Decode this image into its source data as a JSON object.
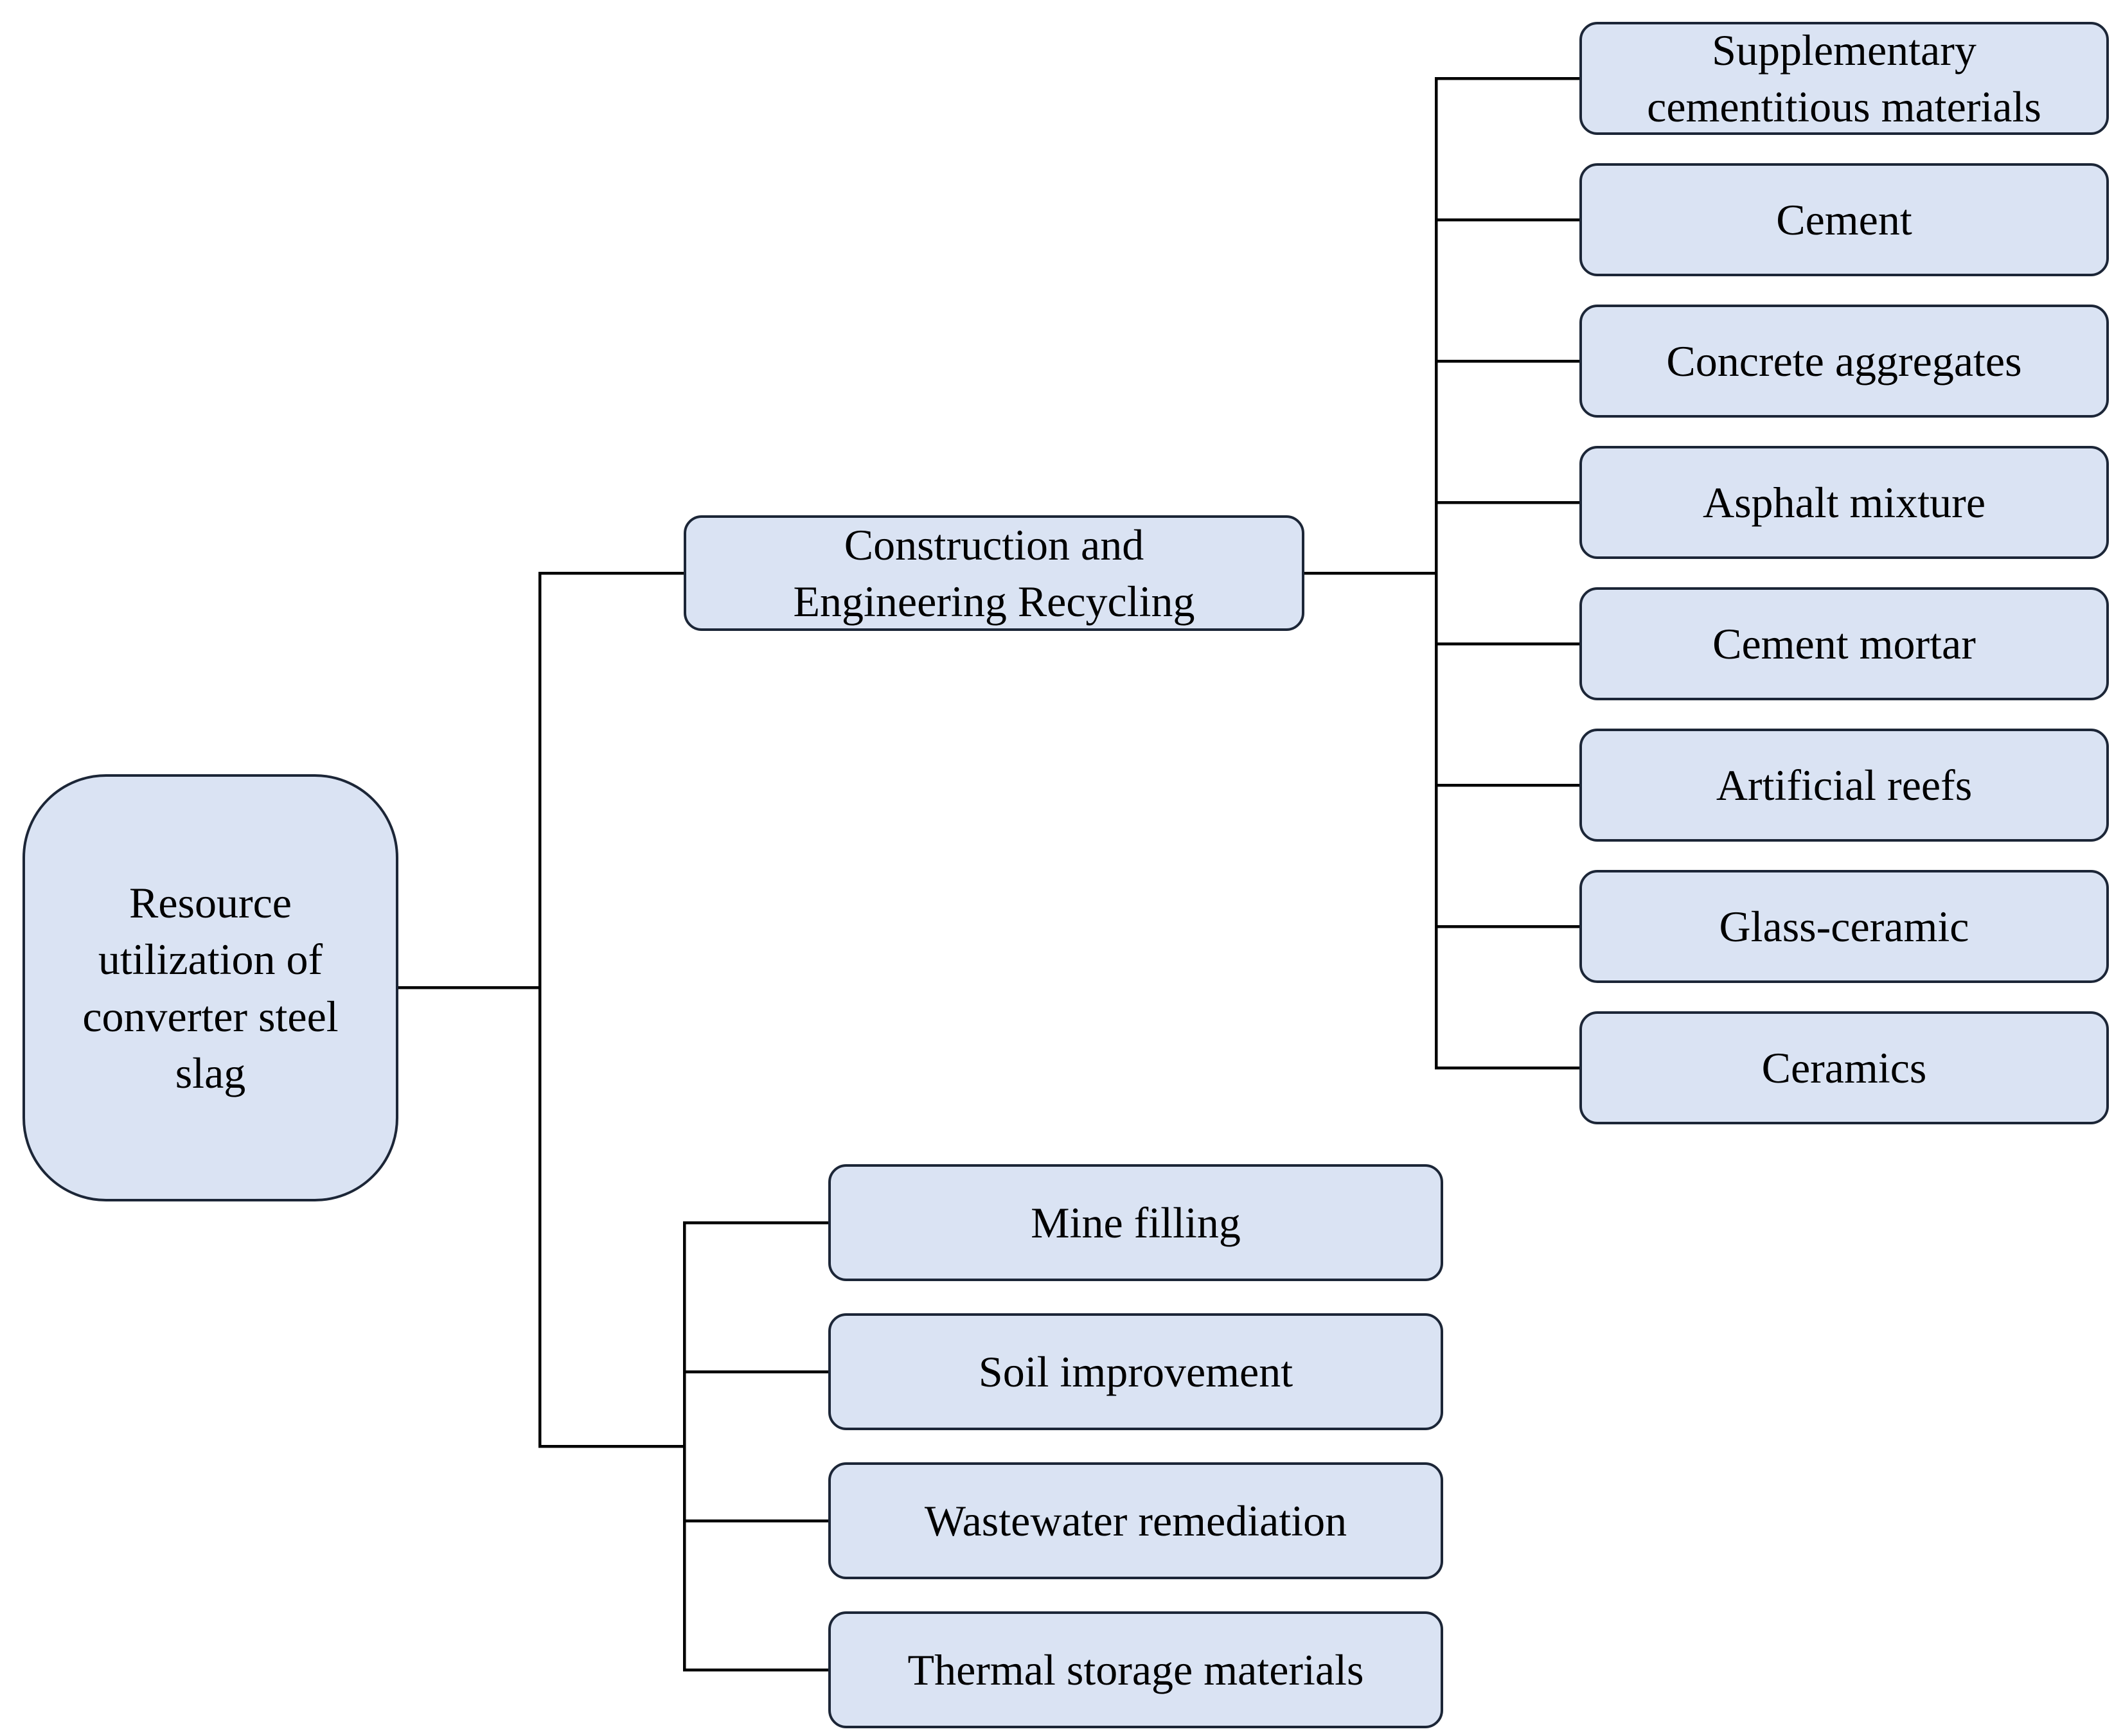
{
  "diagram": {
    "root": {
      "label": "Resource utilization of converter steel slag"
    },
    "construction_branch": {
      "label": "Construction and Engineering Recycling",
      "children": [
        "Supplementary cementitious materials",
        "Cement",
        "Concrete aggregates",
        "Asphalt mixture",
        "Cement mortar",
        "Artificial reefs",
        "Glass-ceramic",
        "Ceramics"
      ]
    },
    "direct_children": [
      "Mine filling",
      "Soil improvement",
      "Wastewater remediation",
      "Thermal storage materials"
    ],
    "colors": {
      "node_fill": "#dae3f3",
      "node_border": "#1c2637",
      "connector": "#000000",
      "text": "#000000",
      "background": "#ffffff"
    }
  }
}
